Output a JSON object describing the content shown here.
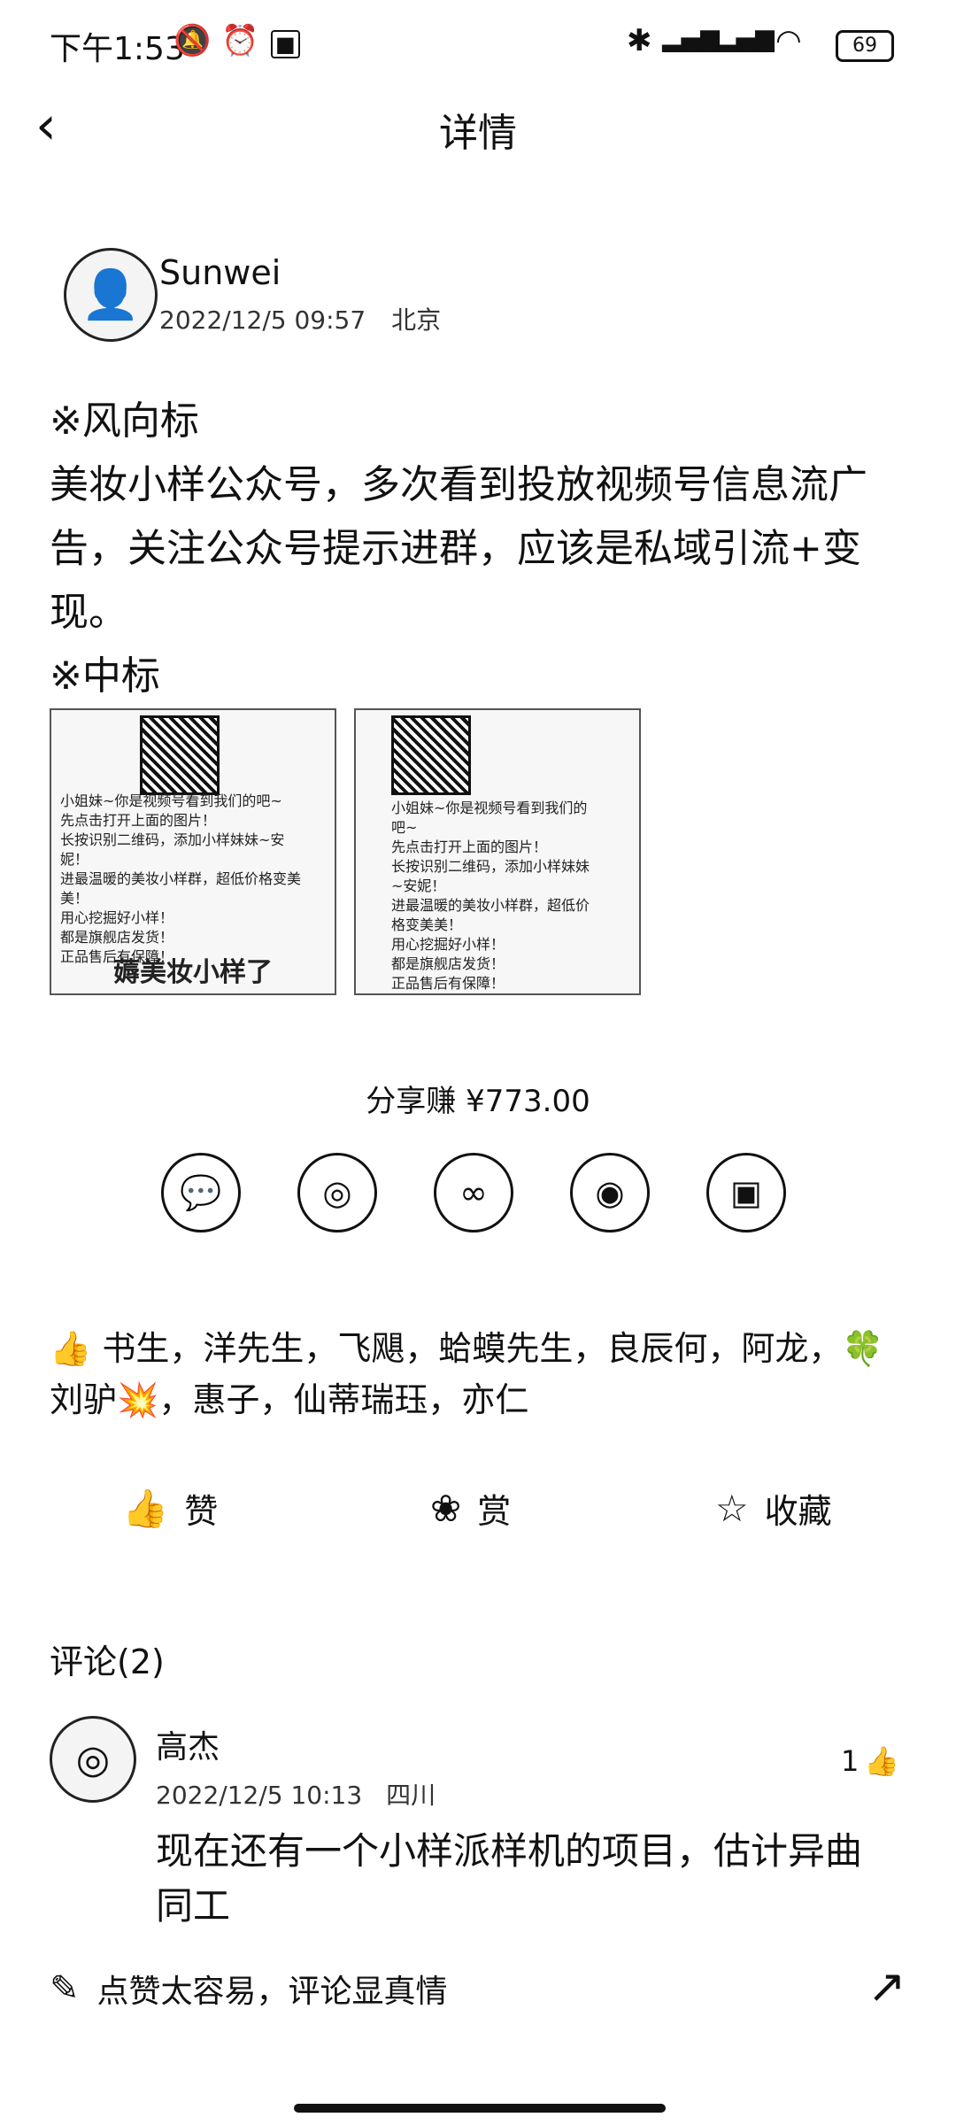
{
  "status_bar": {
    "time": "下午1:53",
    "battery": "69",
    "icons": [
      "mute-icon",
      "alarm-icon",
      "app-icon",
      "bluetooth-icon",
      "signal-hd-icon",
      "signal-hd-icon",
      "wifi-icon",
      "battery-icon"
    ]
  },
  "nav": {
    "back_icon": "chevron-left-icon",
    "title": "详情"
  },
  "author": {
    "name": "Sunwei",
    "date": "2022/12/5 09:57",
    "location": "北京"
  },
  "post": {
    "p1": "※风向标",
    "p2": "美妆小样公众号，多次看到投放视频号信息流广告，关注公众号提示进群，应该是私域引流+变现。",
    "p3": "※中标",
    "images": [
      {
        "lines": [
          "小姐妹~你是视频号看到我们的吧~",
          "先点击打开上面的图片！",
          "长按识别二维码，添加小样妹妹~安妮！",
          "进最温暖的美妆小样群，超低价格变美美！",
          "用心挖掘好小样！",
          "都是旗舰店发货！",
          "正品售后有保障！"
        ],
        "banner": "薅美妆小样了"
      },
      {
        "lines": [
          "小姐妹~你是视频号看到我们的吧~",
          "先点击打开上面的图片！",
          "长按识别二维码，添加小样妹妹~安妮！",
          "进最温暖的美妆小样群，超低价格变美美！",
          "用心挖掘好小样！",
          "都是旗舰店发货！",
          "正品售后有保障！"
        ]
      }
    ]
  },
  "share": {
    "label": "分享赚 ¥773.00",
    "icons": [
      "wechat-icon",
      "moments-icon",
      "link-icon",
      "weibo-icon",
      "image-icon"
    ]
  },
  "likes": {
    "icon": "thumbs-up-icon",
    "text": "书生，洋先生，飞飓，蛤蟆先生，良辰何，阿龙，🍀刘驴💥，惠子，仙蒂瑞珏，亦仁"
  },
  "actions": {
    "like": "赞",
    "reward": "赏",
    "favorite": "收藏"
  },
  "comments": {
    "title": "评论(2)",
    "items": [
      {
        "name": "高杰",
        "date": "2022/12/5 10:13",
        "location": "四川",
        "likes": "1",
        "text": "现在还有一个小样派样机的项目，估计异曲同工"
      }
    ]
  },
  "bottom": {
    "placeholder": "点赞太容易，评论显真情"
  }
}
